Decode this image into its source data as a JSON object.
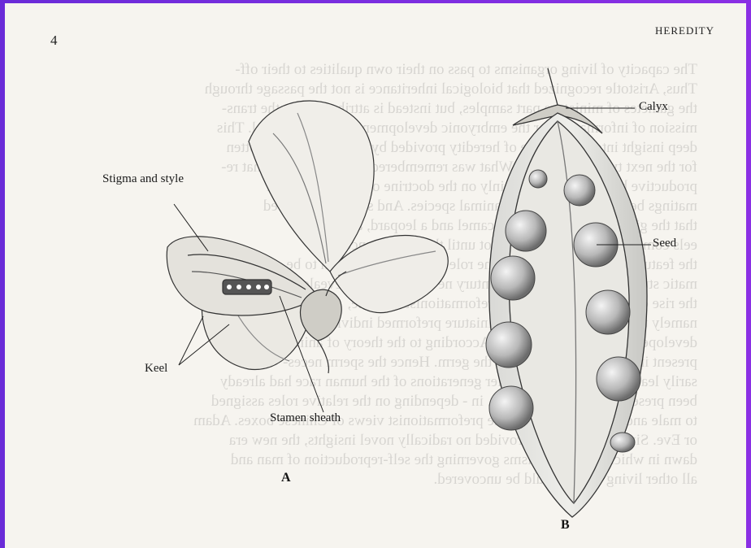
{
  "page": {
    "number": "4",
    "running_header": "HEREDITY"
  },
  "figure": {
    "flower_labels": {
      "stigma": "Stigma and style",
      "keel": "Keel",
      "stamen": "Stamen sheath"
    },
    "pod_labels": {
      "calyx": "Calyx",
      "seed": "Seed"
    },
    "panel_a": "A",
    "panel_b": "B"
  },
  "background_text": [
    "The capacity of living organisms to pass on their own qualities to their off-",
    "Thus, Aristotle recognized that biological inheritance is not the passage through",
    "the gametes of miniature part samples, but instead is attributable to the trans-",
    "mission of information for the embryonic development of the individual. This",
    "deep insight into the essence of heredity provided by Aristotle was forgotten",
    "for the next twenty centuries. What was remembered of Aristotle was that re-",
    "productive biology is based mainly on the doctrine of fantastic hybrid",
    "matings between very different animal species. And so it was believed",
    "that the giraffe is the hybrid of a camel and a leopard, and that",
    "eels come from the mud. It was not until the Renaissance that",
    "the features of the offspring and the role of the parents began to be",
    "matic study. In the seventeenth century new instruments revealed, in turn,",
    "the rise of a more sophisticated preformationist doctrine,",
    "namely that the homunculus, a miniature preformed individual,",
    "developed directly into the adult. According to the theory of animalculism,",
    "present in the father's sperm was the germ. Hence the sperm neces-",
    "sarily lead to the belief that earlier generations of the human race had already",
    "been present, one inside the other, in - depending on the relative roles assigned",
    "to male and female in the extreme preformationist views of Chinese boxes. Adam",
    "or Eve. Since this doctrine provided no radically novel insights, the new era",
    "dawn in which the mechanisms governing the self-reproduction of man and",
    "all other living beings could be uncovered."
  ]
}
